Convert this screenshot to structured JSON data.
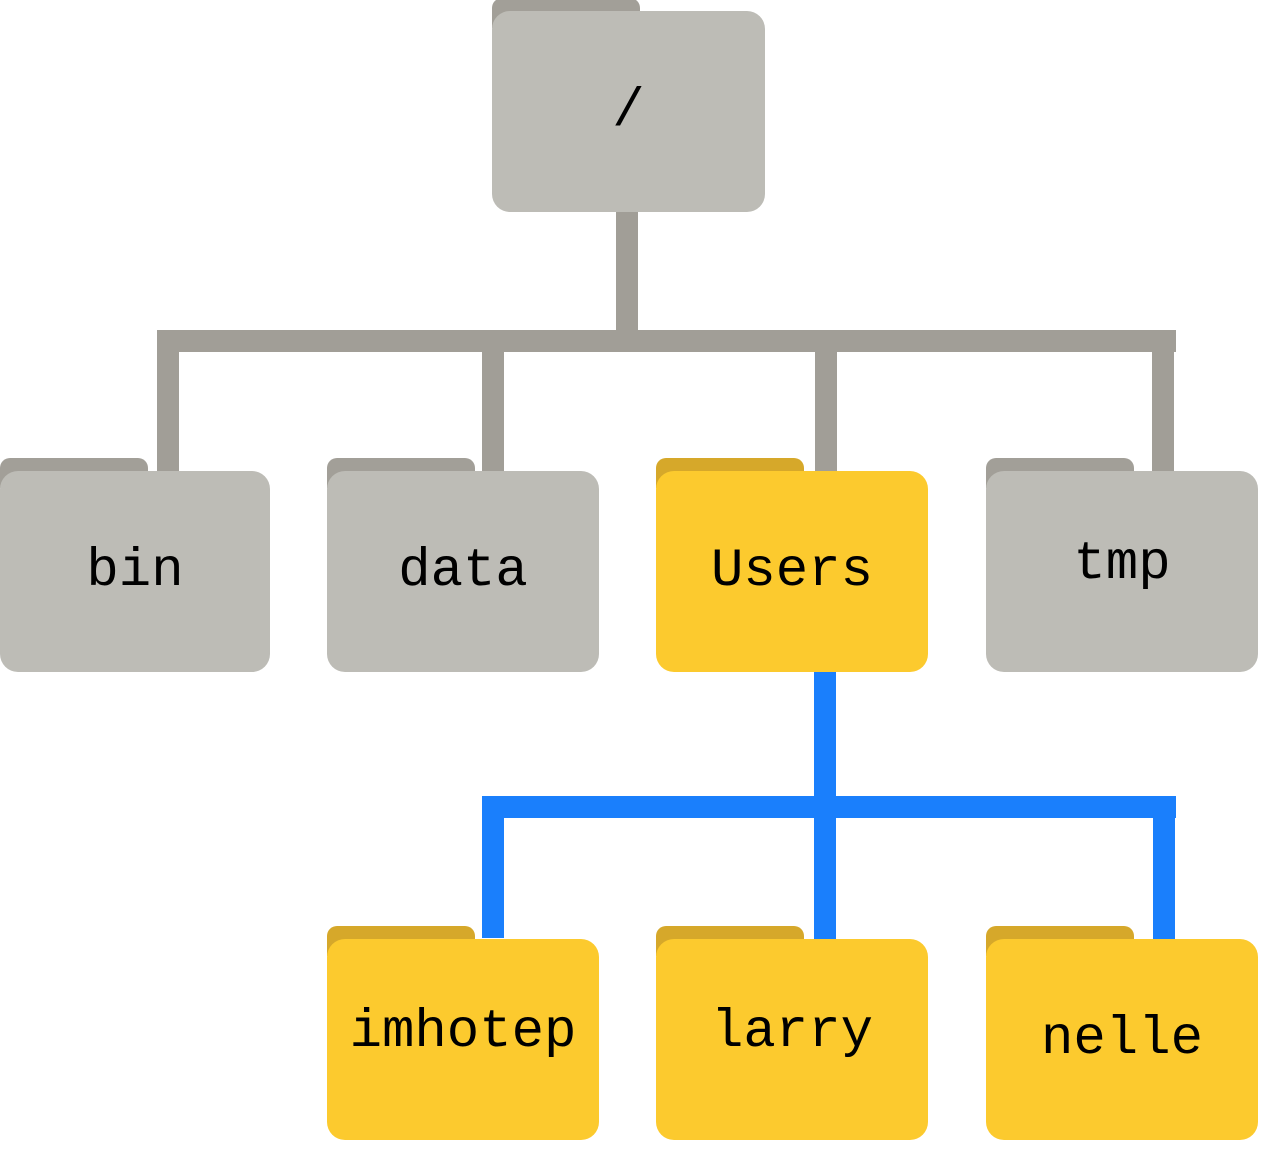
{
  "colors": {
    "gray_folder": "#bdbcb6",
    "gray_line": "#a19e97",
    "yellow_folder": "#fcca2e",
    "blue_line": "#1a7ffc"
  },
  "root": {
    "label": "/"
  },
  "level1": [
    {
      "label": "bin"
    },
    {
      "label": "data"
    },
    {
      "label": "Users",
      "highlighted": true
    },
    {
      "label": "tmp"
    }
  ],
  "users_children": [
    {
      "label": "imhotep"
    },
    {
      "label": "larry"
    },
    {
      "label": "nelle"
    }
  ]
}
